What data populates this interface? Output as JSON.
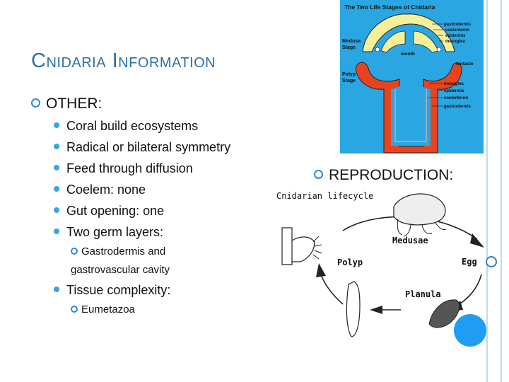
{
  "slide": {
    "title": "Cnidaria Information",
    "other_heading": "OTHER:",
    "bullets": [
      "Coral build ecosystems",
      "Radical or bilateral symmetry",
      "Feed through diffusion",
      "Coelem: none",
      "Gut opening: one",
      "Two germ layers:",
      "Tissue complexity:"
    ],
    "germ_sub_1": "Gastrodermis and",
    "germ_sub_2": "gastrovascular cavity",
    "tissue_sub": "Eumetazoa",
    "reproduction_heading": "REPRODUCTION:"
  },
  "life_stages_figure": {
    "title": "The Two Life Stages of Cnidaria",
    "medusa_label_1": "Medusa",
    "medusa_label_2": "Stage",
    "polyp_label_1": "Polyp",
    "polyp_label_2": "Stage",
    "mouth": "mouth",
    "tentacle": "tentacle",
    "top_labels": [
      "gastrodermis",
      "coelenteron",
      "epidermis",
      "mesoglea"
    ],
    "bottom_labels": [
      "mesoglea",
      "epidermis",
      "coelenteron",
      "gastrodermis"
    ]
  },
  "lifecycle_figure": {
    "title": "Cnidarian lifecycle",
    "medusae": "Medusae",
    "egg": "Egg",
    "planula": "Planula",
    "polyp": "Polyp"
  },
  "colors": {
    "title": "#2f6fa6",
    "bullet": "#2f8ad4",
    "panel_bg": "#2aa6e2",
    "medusa_fill": "#f6ef9a",
    "polyp_fill": "#e8431f"
  }
}
